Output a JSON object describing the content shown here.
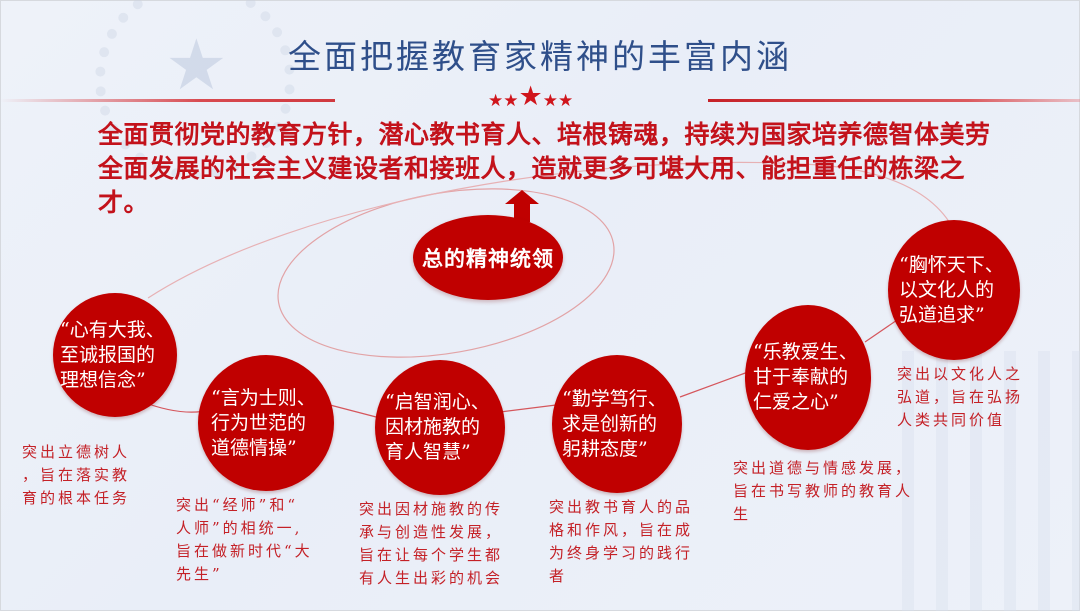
{
  "title": "全面把握教育家精神的丰富内涵",
  "title_decoration": {
    "icon": "five-red-stars-icon",
    "stars": [
      "★",
      "★",
      "★",
      "★",
      "★"
    ]
  },
  "main_statement": "全面贯彻党的教育方针，潜心教书育人、培根铸魂，持续为国家培养德智体美劳全面发展的社会主义建设者和接班人，造就更多可堪大用、能担重任的栋梁之才。",
  "leader": {
    "label": "总的精神统领",
    "arrow_icon": "up-arrow-icon"
  },
  "colors": {
    "title_blue": "#2f4f8a",
    "accent_red": "#c00000",
    "text_red": "#c3121b",
    "desc_red": "#c42127",
    "background": "#eef2f9"
  },
  "nodes": [
    {
      "label": "“心有大我、\n至诚报国的\n理想信念”",
      "description": "突出立德树人\n，旨在落实教\n育的根本任务"
    },
    {
      "label": "“言为士则、\n行为世范的\n道德情操”",
      "description": "突出“经师”和“\n人师”的相统一,\n旨在做新时代“大\n先生”"
    },
    {
      "label": "“启智润心、\n因材施教的\n育人智慧”",
      "description": "突出因材施教的传\n承与创造性发展，\n旨在让每个学生都\n有人生出彩的机会"
    },
    {
      "label": "“勤学笃行、\n求是创新的\n躬耕态度”",
      "description": "突出教书育人的品\n格和作风，旨在成\n为终身学习的践行\n者"
    },
    {
      "label": "“乐教爱生、\n甘于奉献的\n仁爱之心”",
      "description": "突出道德与情感发展，\n旨在书写教师的教育人\n生"
    },
    {
      "label": "“胸怀天下、\n以文化人的\n弘道追求”",
      "description": "突出以文化人之\n弘道，旨在弘扬\n人类共同价值"
    }
  ]
}
